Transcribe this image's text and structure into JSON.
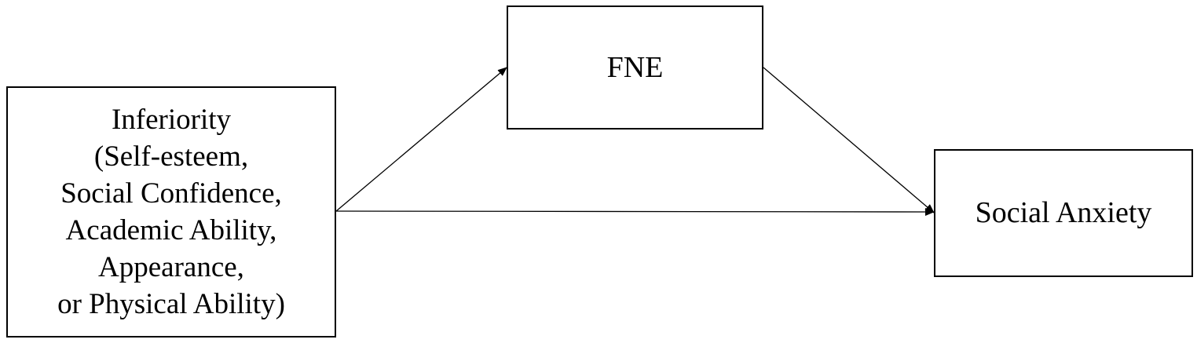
{
  "diagram": {
    "nodes": {
      "inferiority": {
        "lines": [
          "Inferiority",
          "(Self-esteem,",
          "Social Confidence,",
          "Academic Ability,",
          "Appearance,",
          "or Physical Ability)"
        ]
      },
      "fne": {
        "label": "FNE"
      },
      "social_anxiety": {
        "label": "Social Anxiety"
      }
    },
    "edges": [
      {
        "from": "Inferiority",
        "to": "FNE"
      },
      {
        "from": "FNE",
        "to": "Social Anxiety"
      },
      {
        "from": "Inferiority",
        "to": "Social Anxiety"
      }
    ],
    "colors": {
      "stroke": "#000000",
      "background": "#ffffff"
    }
  }
}
